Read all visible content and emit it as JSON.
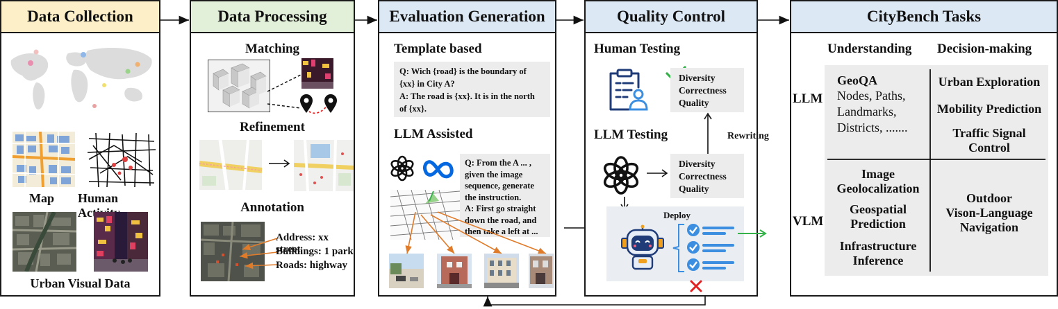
{
  "stages": {
    "data_collection": "Data Collection",
    "data_processing": "Data Processing",
    "evaluation_generation": "Evaluation Generation",
    "quality_control": "Quality Control",
    "citybench_tasks": "CityBench Tasks"
  },
  "collection": {
    "map": "Map",
    "human_activity": "Human Activity",
    "urban_visual": "Urban Visual Data"
  },
  "processing": {
    "matching": "Matching",
    "refinement": "Refinement",
    "annotation": "Annotation",
    "address": "Address: xx street",
    "buildings": "Buildings: 1 park",
    "roads": "Roads: highway"
  },
  "generation": {
    "template_based": "Template based",
    "template_text": [
      "Q: Wich {road} is the boundary of",
      "{xx} in City A?",
      "A: The road is {xx}. It is in the north",
      "of {xx}."
    ],
    "llm_assisted": "LLM Assisted",
    "llm_text": [
      "Q: From the A ... ,",
      "given the image",
      "sequence, generate",
      "the instruction.",
      "A:  First go straight",
      "down the road, and",
      "then take a left at ..."
    ]
  },
  "quality": {
    "human_testing": "Human Testing",
    "llm_testing": "LLM Testing",
    "criteria": [
      "Diversity",
      "Correctness",
      "Quality"
    ],
    "rewriting": "Rewriting",
    "deploy": "Deploy"
  },
  "tasks": {
    "understanding": "Understanding",
    "decision_making": "Decision-making",
    "llm": "LLM",
    "vlm": "VLM",
    "geoqa": "GeoQA",
    "geoqa_items": [
      "Nodes, Paths,",
      "Landmarks,",
      "Districts, ......."
    ],
    "urban_exploration": "Urban Exploration",
    "mobility_prediction": "Mobility Prediction",
    "traffic_signal": [
      "Traffic Signal",
      "Control"
    ],
    "image_geo": [
      "Image",
      "Geolocalization"
    ],
    "geospatial": [
      "Geospatial",
      "Prediction"
    ],
    "infrastructure": [
      "Infrastructure",
      "Inference"
    ],
    "outdoor_vln": [
      "Outdoor",
      "Vison-Language",
      "Navigation"
    ]
  },
  "colors": {
    "collection_head": "#fdf0c8",
    "processing_head": "#e2efd9",
    "evaluation_head": "#dde8f5",
    "quality_head": "#dde8f5",
    "tasks_head": "#dde8f5",
    "arrow_orange": "#e07b2a",
    "check_green": "#36b24a",
    "cross_red": "#e02020",
    "icon_navy": "#1f3c78",
    "check_blue": "#3b8ee0"
  }
}
